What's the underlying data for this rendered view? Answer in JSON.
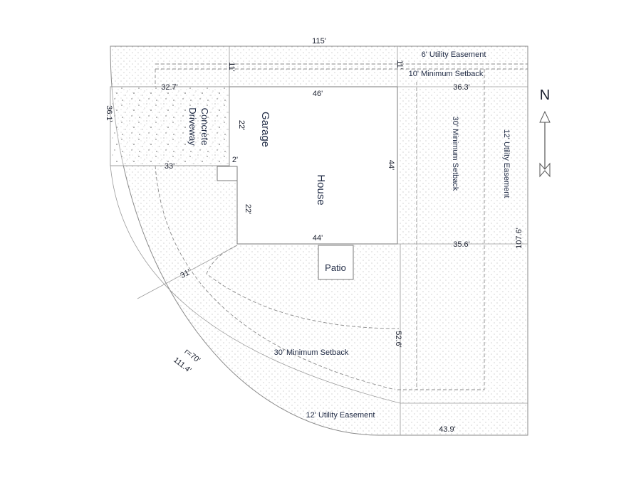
{
  "lot": {
    "north_label": "N",
    "front_width": "115'",
    "east_side": "107.6'",
    "south_side": "43.9'",
    "arc_length": "111.4'",
    "radius": "r=70'",
    "west_side": "36.1'"
  },
  "easements": {
    "north": "6' Utility Easement",
    "east": "12' Utility Easement",
    "south": "12' Utility Easement"
  },
  "setbacks": {
    "north": "10' Minimum Setback",
    "east": "30' Minimum Setback",
    "curve": "30' Minimum Setback",
    "north_dim_left": "11'",
    "north_dim_right": "11'"
  },
  "structures": {
    "house": "House",
    "garage": "Garage",
    "driveway_line1": "Concrete",
    "driveway_line2": "Driveway",
    "patio": "Patio"
  },
  "dimensions": {
    "driveway_top": "32.7'",
    "driveway_bottom": "33'",
    "house_top": "46'",
    "house_right": "44'",
    "house_bottom": "44'",
    "garage_side": "22'",
    "house_left_lower": "22'",
    "notch": "2'",
    "east_offset_top": "36.3'",
    "east_offset_bottom": "35.6'",
    "curve_offset": "31'",
    "south_offset": "52.6'"
  }
}
